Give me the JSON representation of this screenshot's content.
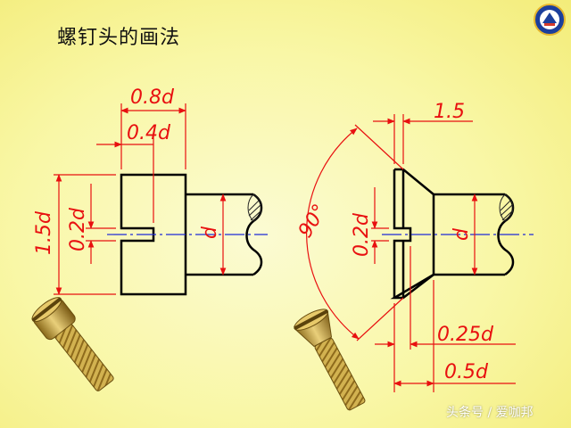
{
  "slide": {
    "title": "螺钉头的画法",
    "watermark": "头条号 / 爱咖邦"
  },
  "left_drawing": {
    "dimensions": {
      "head_length": "0.8d",
      "slot_offset": "0.4d",
      "head_height": "1.5d",
      "slot_width": "0.2d",
      "shank_diameter": "d"
    }
  },
  "right_drawing": {
    "dimensions": {
      "top_offset": "1.5",
      "countersink_angle": "90°",
      "slot_width": "0.2d",
      "shank_diameter": "d",
      "slot_depth": "0.25d",
      "head_depth": "0.5d"
    }
  },
  "colors": {
    "dimension": "#e81010",
    "outline": "#000000",
    "center_line": "#1e2ad6",
    "hatch": "#222222",
    "screw_gold": "#c9a23a"
  }
}
